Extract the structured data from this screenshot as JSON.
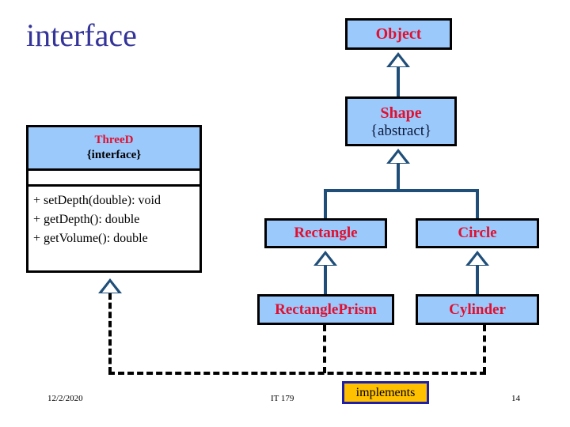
{
  "slide": {
    "title": "interface",
    "title_color": "#333399",
    "background": "#ffffff"
  },
  "palette": {
    "box_fill": "#9CC9FC",
    "box_border": "#000000",
    "class_name_color": "#E01030",
    "connector_color": "#1F4E79",
    "dashed_color": "#000000",
    "badge_fill": "#FFC000",
    "badge_border": "#1F1FA8"
  },
  "classes": {
    "object": {
      "name": "Object"
    },
    "shape": {
      "name": "Shape",
      "stereotype": "{abstract}"
    },
    "threed": {
      "name": "ThreeD",
      "stereotype": "{interface}",
      "attributes": [],
      "methods": [
        "+ setDepth(double): void",
        "+ getDepth(): double",
        "+ getVolume(): double"
      ]
    },
    "rectangle": {
      "name": "Rectangle"
    },
    "circle": {
      "name": "Circle"
    },
    "rectangleprism": {
      "name": "RectanglePrism"
    },
    "cylinder": {
      "name": "Cylinder"
    }
  },
  "legend": {
    "implements_label": "implements"
  },
  "footer": {
    "date": "12/2/2020",
    "course": "IT 179",
    "page": "14"
  }
}
